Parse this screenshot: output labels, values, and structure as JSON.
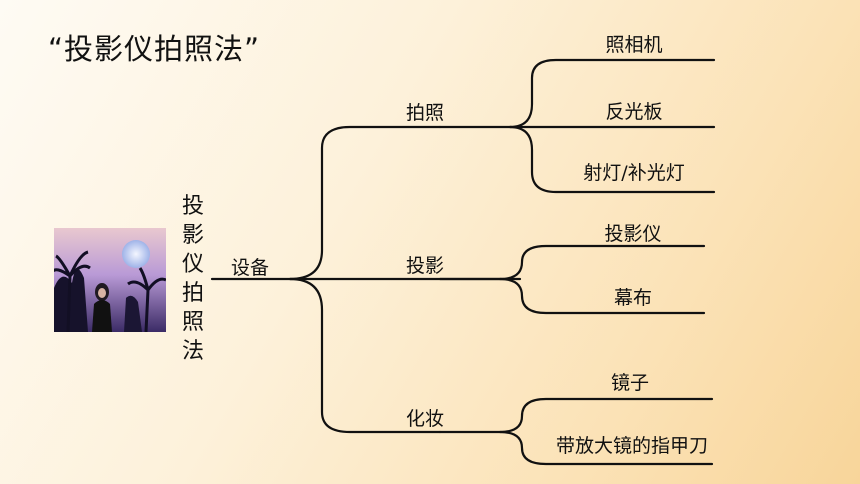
{
  "slide": {
    "title": "“投影仪拍照法”",
    "vertical_title": [
      "投",
      "影",
      "仪",
      "拍",
      "照",
      "法"
    ]
  },
  "mindmap": {
    "root": "设备",
    "branches": [
      {
        "label": "拍照",
        "children": [
          "照相机",
          "反光板",
          "射灯/补光灯"
        ]
      },
      {
        "label": "投影",
        "children": [
          "投影仪",
          "幕布"
        ]
      },
      {
        "label": "化妆",
        "children": [
          "镜子",
          "带放大镜的指甲刀"
        ]
      }
    ]
  },
  "photo": {
    "description_icon": "photo-icon"
  }
}
